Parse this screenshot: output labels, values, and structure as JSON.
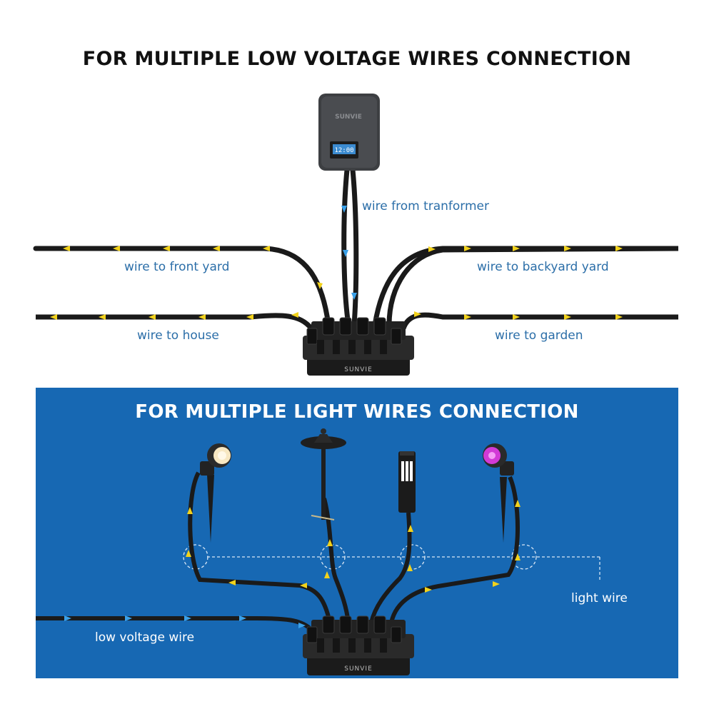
{
  "top_section": {
    "title": "FOR MULTIPLE LOW VOLTAGE WIRES CONNECTION",
    "transformer": {
      "brand": "SUNVIE",
      "display": "12:00"
    },
    "hub_brand": "SUNVIE",
    "labels": {
      "transformer_wire": "wire from tranformer",
      "front_yard": "wire to front yard",
      "backyard": "wire to backyard yard",
      "house": "wire to house",
      "garden": "wire to garden"
    }
  },
  "bottom_section": {
    "title": "FOR MULTIPLE LIGHT WIRES CONNECTION",
    "hub_brand": "SUNVIE",
    "labels": {
      "low_voltage": "low voltage wire",
      "light_wire": "light wire"
    },
    "lights": [
      "spotlight-warm",
      "path-light",
      "bollard-light",
      "spotlight-purple"
    ]
  },
  "colors": {
    "panel_blue": "#1768b3",
    "label_blue": "#2b6ea8",
    "arrow_yellow": "#f2d21b",
    "arrow_blue": "#3aa0e8",
    "wire": "#1a1a1a"
  }
}
